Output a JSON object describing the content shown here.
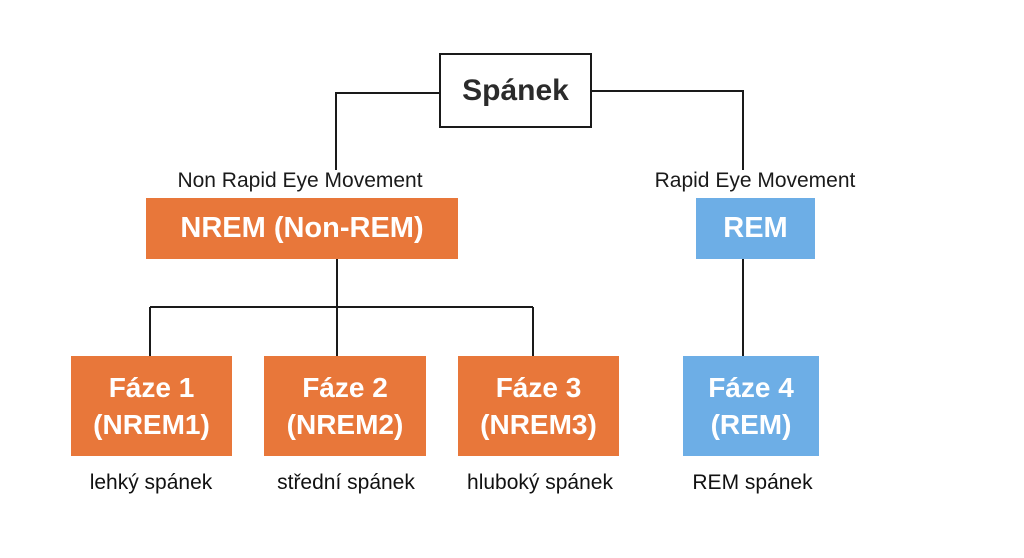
{
  "root": {
    "label": "Spánek"
  },
  "branches": {
    "nrem": {
      "caption": "Non Rapid Eye Movement",
      "label": "NREM (Non-REM)"
    },
    "rem": {
      "caption": "Rapid Eye Movement",
      "label": "REM"
    }
  },
  "stages": [
    {
      "line1": "Fáze 1",
      "line2": "(NREM1)",
      "description": "lehký spánek"
    },
    {
      "line1": "Fáze 2",
      "line2": "(NREM2)",
      "description": "střední spánek"
    },
    {
      "line1": "Fáze 3",
      "line2": "(NREM3)",
      "description": "hluboký spánek"
    },
    {
      "line1": "Fáze 4",
      "line2": "(REM)",
      "description": "REM spánek"
    }
  ],
  "colors": {
    "nrem": "#e8773a",
    "rem": "#6daee6",
    "line": "#1a1a1a"
  }
}
